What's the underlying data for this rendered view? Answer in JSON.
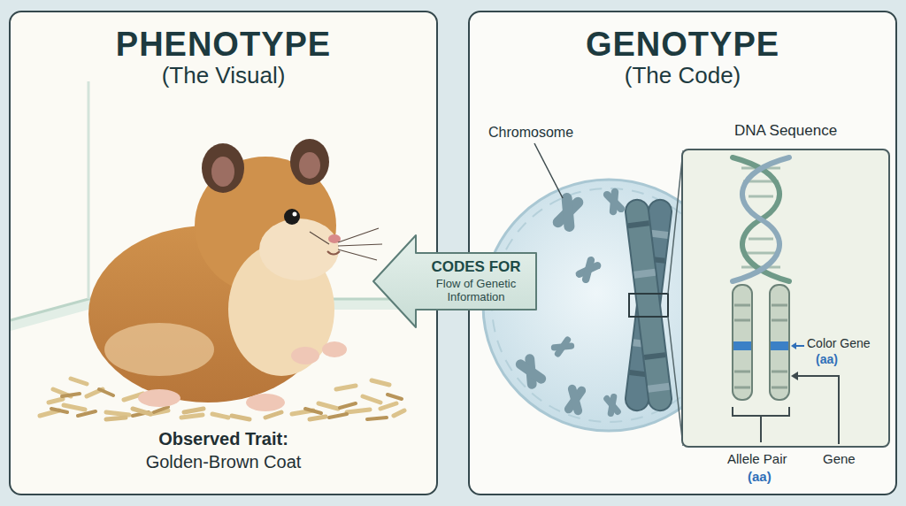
{
  "diagram": {
    "nodes": [
      {
        "text": [
          "PHENOTYPE",
          "(The Visual)",
          "Observed Trait:",
          "Golden-Brown Coat"
        ]
      },
      {
        "text": [
          "CODES FOR",
          "Flow of Genetic Information"
        ]
      },
      {
        "text": [
          "GENOTYPE",
          "(The Code)"
        ]
      },
      {
        "text": [
          "DNA Sequence",
          "Color Gene",
          "(aa)"
        ],
        "in": 2
      }
    ],
    "labels": [
      "Chromosome",
      "Allele Pair",
      "(aa)",
      "Gene"
    ]
  }
}
